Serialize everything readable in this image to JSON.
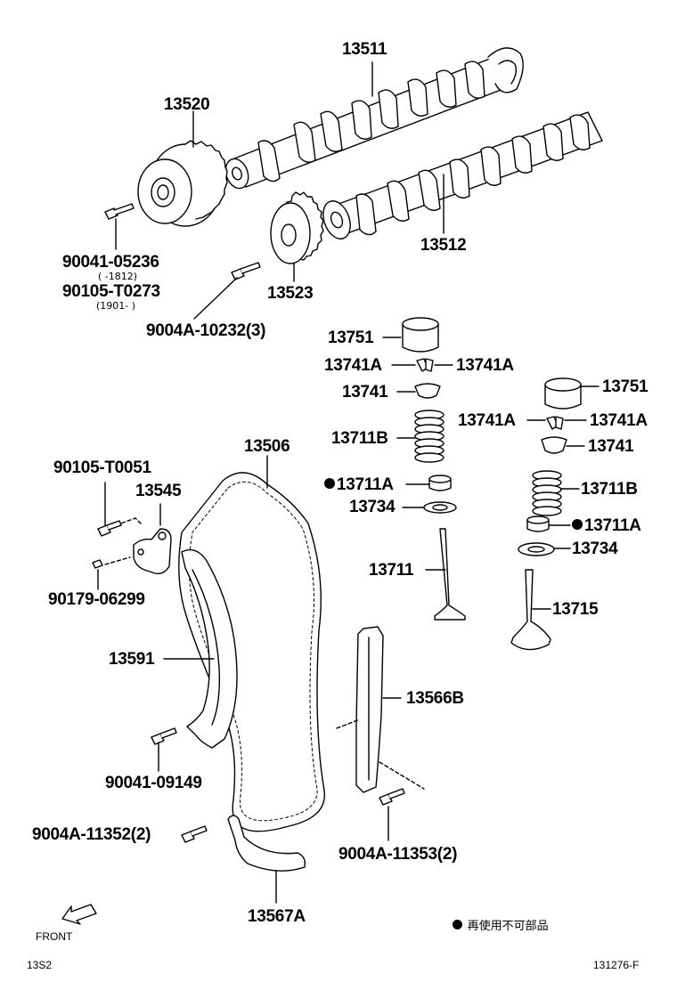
{
  "labels": {
    "p13511": "13511",
    "p13520": "13520",
    "p13512": "13512",
    "p13523": "13523",
    "p90041_05236": "90041-05236",
    "p90041_05236_range": "(      -1812)",
    "p90105_T0273": "90105-T0273",
    "p90105_T0273_range": "(1901-      )",
    "p9004A_10232": "9004A-10232(3)",
    "p13751_left": "13751",
    "p13741A_left_l": "13741A",
    "p13741A_left_r": "13741A",
    "p13741_left": "13741",
    "p13711B_left": "13711B",
    "p13711A_left": "13711A",
    "p13734_left": "13734",
    "p13711": "13711",
    "p13751_right": "13751",
    "p13741A_right_l": "13741A",
    "p13741A_right_r": "13741A",
    "p13741_right": "13741",
    "p13711B_right": "13711B",
    "p13711A_right": "13711A",
    "p13734_right": "13734",
    "p13715": "13715",
    "p13506": "13506",
    "p90105_T0051": "90105-T0051",
    "p13545": "13545",
    "p90179_06299": "90179-06299",
    "p13591": "13591",
    "p90041_09149": "90041-09149",
    "p13566B": "13566B",
    "p9004A_11352": "9004A-11352(2)",
    "p9004A_11353": "9004A-11353(2)",
    "p13567A": "13567A"
  },
  "legend": {
    "text": "再使用不可部品"
  },
  "front": {
    "text": "FRONT"
  },
  "footer": {
    "left": "13S2",
    "right": "131276-F"
  }
}
